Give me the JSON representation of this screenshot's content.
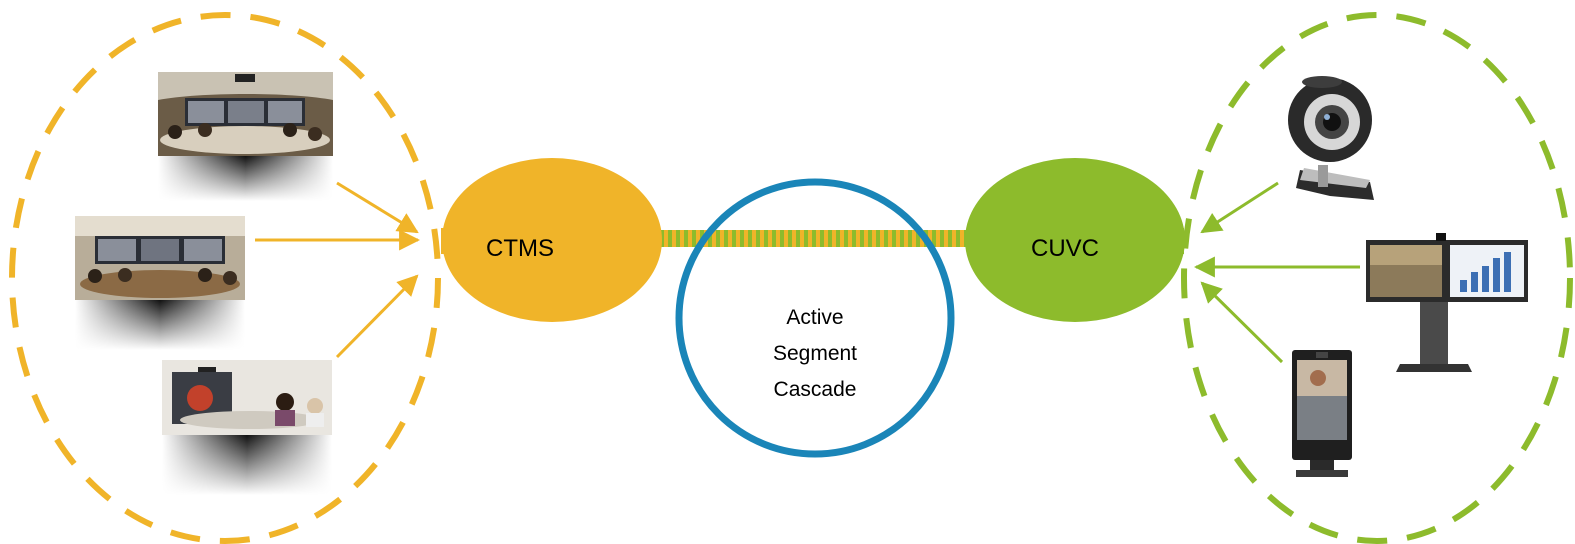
{
  "colors": {
    "telepresence_accent": "#F0B429",
    "video_accent": "#8DBB2C",
    "cascade_ring": "#1A85B8",
    "background": "#FFFFFF"
  },
  "nodes": {
    "ctms": {
      "label": "CTMS"
    },
    "cuvc": {
      "label": "CUVC"
    }
  },
  "cascade": {
    "line1": "Active",
    "line2": "Segment",
    "line3": "Cascade"
  },
  "telepresence_endpoints": [
    {
      "icon": "telepresence-room-icon"
    },
    {
      "icon": "telepresence-room-icon"
    },
    {
      "icon": "telepresence-room-icon"
    }
  ],
  "video_endpoints": [
    {
      "icon": "webcam-icon"
    },
    {
      "icon": "video-conference-unit-icon"
    },
    {
      "icon": "desktop-video-phone-icon"
    }
  ]
}
